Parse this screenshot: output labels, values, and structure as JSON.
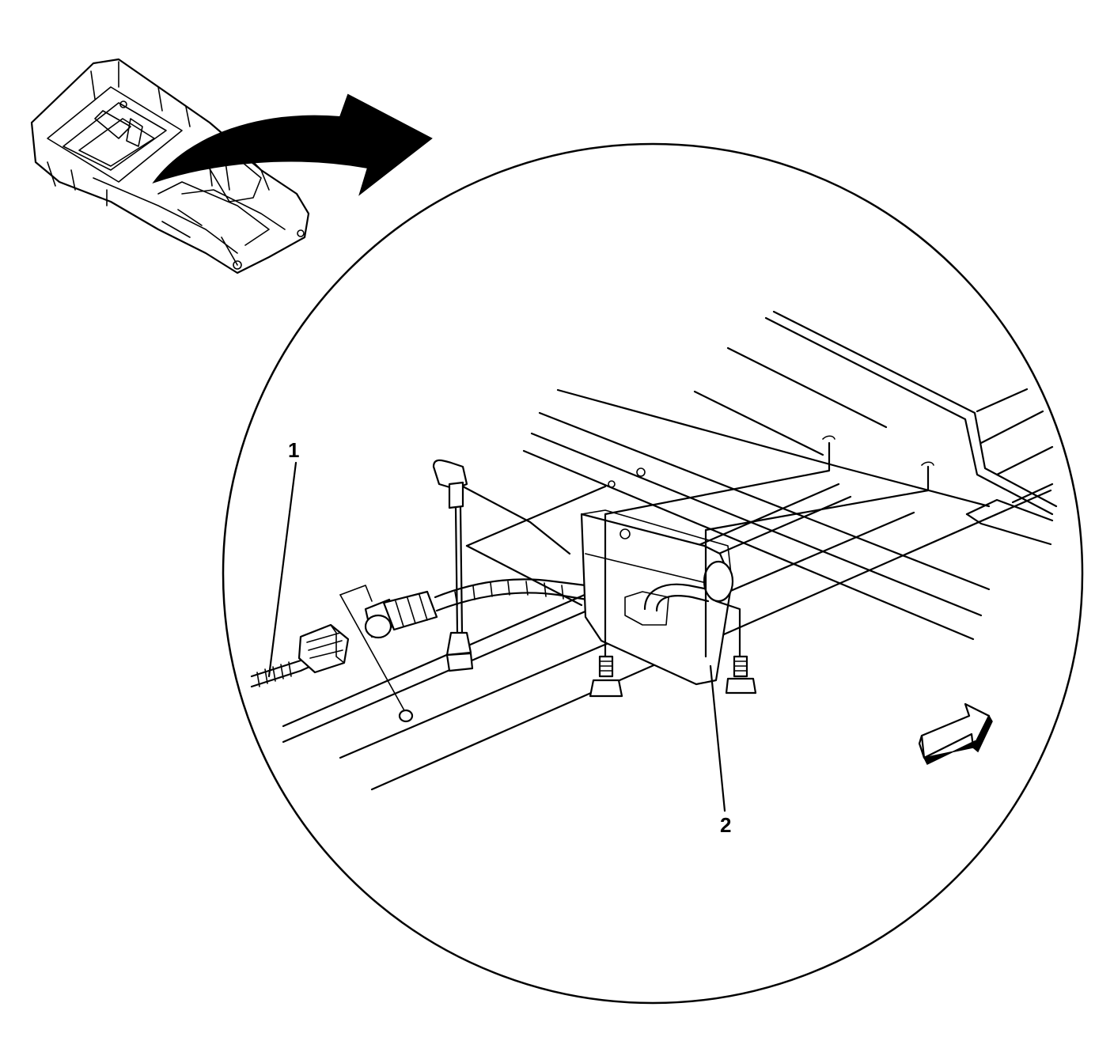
{
  "diagram": {
    "callouts": [
      {
        "id": "1",
        "label": "1"
      },
      {
        "id": "2",
        "label": "2"
      }
    ],
    "locator_icon": "vehicle-underbody-locator",
    "transition_arrow_icon": "curved-arrow-icon",
    "direction_arrow_icon": "front-direction-arrow-icon",
    "colors": {
      "line": "#000000",
      "background": "#ffffff"
    }
  }
}
